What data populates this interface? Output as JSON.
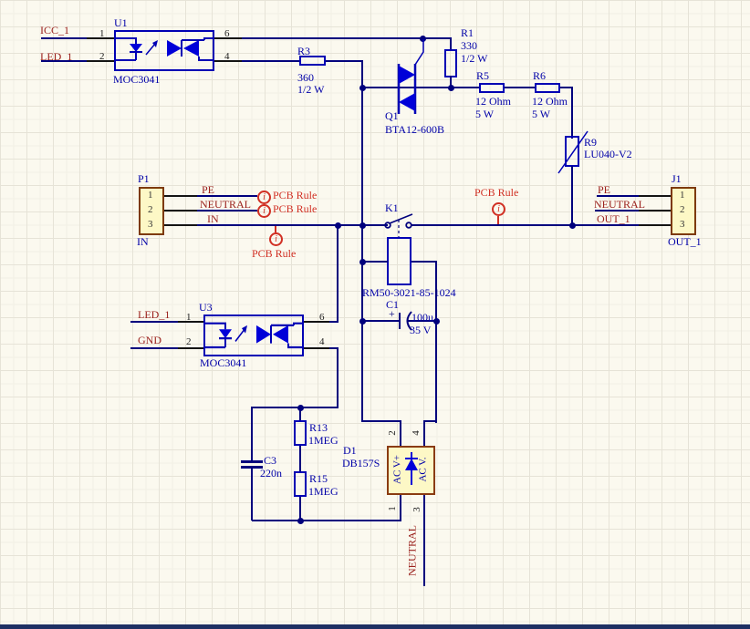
{
  "colors": {
    "wire": "#00007d",
    "outline": "#0000b4",
    "symbol_fill": "#0000d8",
    "text": "#0000a8",
    "net_label": "#9b211d",
    "directive": "#d13024",
    "connector_fill": "#fdf8c6",
    "connector_border": "#7d3a05"
  },
  "nets": {
    "icc_1": "ICC_1",
    "led_1": "LED_1",
    "pe": "PE",
    "neutral": "NEUTRAL",
    "in": "IN",
    "gnd": "GND",
    "out_1": "OUT_1"
  },
  "directive": {
    "label": "PCB Rule",
    "symbol": "i"
  },
  "components": {
    "u1": {
      "ref": "U1",
      "part": "MOC3041",
      "pins": {
        "p1": "1",
        "p2": "2",
        "p4": "4",
        "p6": "6"
      }
    },
    "u3": {
      "ref": "U3",
      "part": "MOC3041",
      "pins": {
        "p1": "1",
        "p2": "2",
        "p4": "4",
        "p6": "6"
      }
    },
    "r1": {
      "ref": "R1",
      "value": "330",
      "power": "1/2 W"
    },
    "r3": {
      "ref": "R3",
      "value": "360",
      "power": "1/2 W"
    },
    "r5": {
      "ref": "R5",
      "value": "12 Ohm",
      "power": "5 W"
    },
    "r6": {
      "ref": "R6",
      "value": "12 Ohm",
      "power": "5 W"
    },
    "r9": {
      "ref": "R9",
      "part": "LU040-V2"
    },
    "r13": {
      "ref": "R13",
      "value": "1MEG"
    },
    "r15": {
      "ref": "R15",
      "value": "1MEG"
    },
    "c1": {
      "ref": "C1",
      "value": "100u",
      "voltage": "35 V",
      "polarity": "+"
    },
    "c3": {
      "ref": "C3",
      "value": "220n"
    },
    "q1": {
      "ref": "Q1",
      "part": "BTA12-600B"
    },
    "k1": {
      "ref": "K1",
      "part": "RM50-3021-85-1024"
    },
    "d1": {
      "ref": "D1",
      "part": "DB157S",
      "pins": {
        "p1": "1",
        "p2": "2",
        "p3": "3",
        "p4": "4"
      },
      "labels": {
        "ac_plus": "AC V+",
        "ac_minus": "AC V."
      }
    },
    "p1": {
      "ref": "P1",
      "name": "IN",
      "pins": {
        "p1": "1",
        "p2": "2",
        "p3": "3"
      }
    },
    "j1": {
      "ref": "J1",
      "name": "OUT_1",
      "pins": {
        "p1": "1",
        "p2": "2",
        "p3": "3"
      }
    }
  }
}
